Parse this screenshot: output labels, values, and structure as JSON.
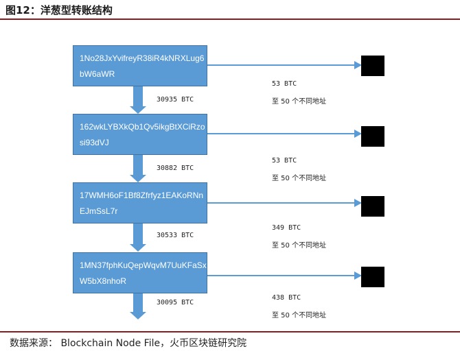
{
  "figure_title": "图12：洋葱型转账结构",
  "source": "数据来源：  Blockchain Node File，火币区块链研究院",
  "colors": {
    "box": "#5b9bd5",
    "destination": "#000000",
    "rule": "#8b1a1a"
  },
  "nodes": [
    {
      "address": "1No28JxYvifreyR38iR4kNRXLug6bW6aWR",
      "out_amount": "53 BTC",
      "out_desc": "至 50 个不同地址",
      "forward_amount": "30935 BTC"
    },
    {
      "address": "162wkLYBXkQb1Qv5ikgBtXCiRzosi93dVJ",
      "out_amount": "53 BTC",
      "out_desc": "至 50 个不同地址",
      "forward_amount": "30882 BTC"
    },
    {
      "address": "17WMH6oF1Bf8Zfrfyz1EAKoRNnEJmSsL7r",
      "out_amount": "349 BTC",
      "out_desc": "至 50 个不同地址",
      "forward_amount": "30533 BTC"
    },
    {
      "address": "1MN37fphKuQepWqvM7UuKFaSxW5bX8nhoR",
      "out_amount": "438 BTC",
      "out_desc": "至 50 个不同地址",
      "forward_amount": "30095 BTC"
    }
  ]
}
